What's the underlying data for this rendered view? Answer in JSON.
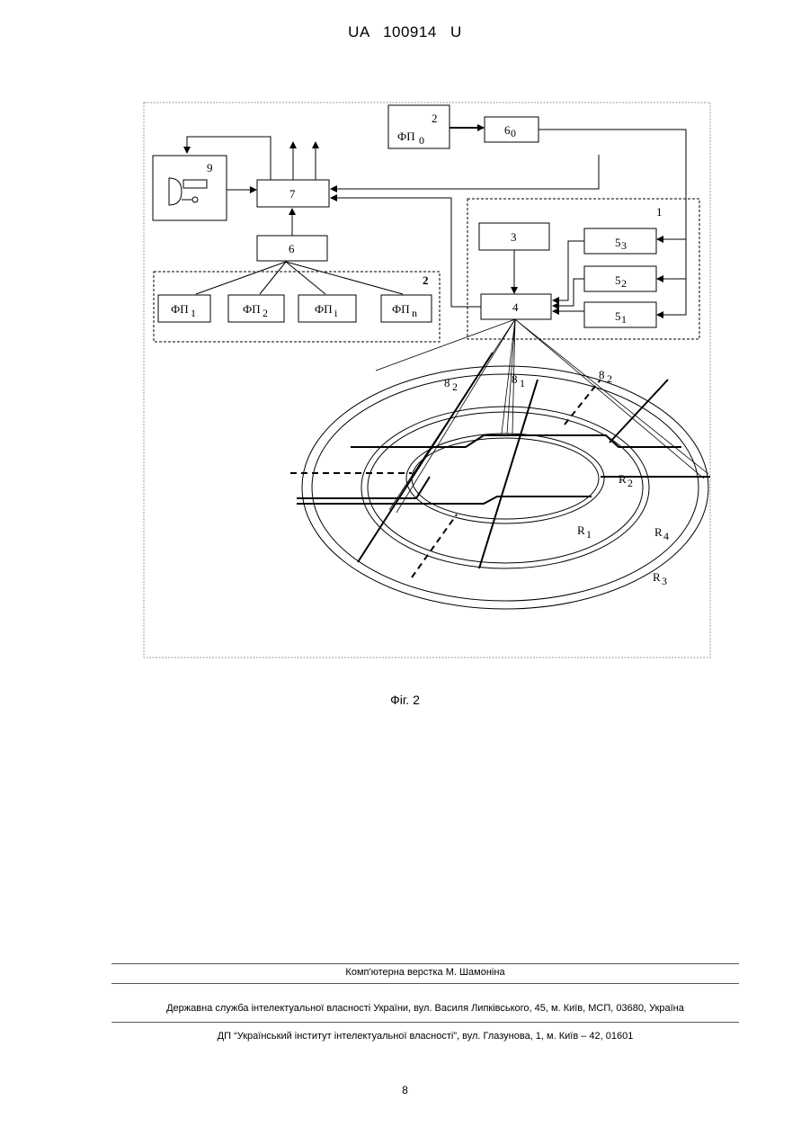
{
  "header": {
    "patent_number": "UA 100914 U"
  },
  "figure": {
    "blocks": {
      "fp0": "ФП",
      "fp0_sub": "0",
      "fp0_num": "2",
      "b6_0": "6",
      "b6_0_sub": "0",
      "b7": "7",
      "b6": "6",
      "b9": "9",
      "group2_num": "2",
      "group1_num": "1",
      "b3": "3",
      "b4": "4",
      "b5_3": "5",
      "b5_3_sub": "3",
      "b5_2": "5",
      "b5_2_sub": "2",
      "b5_1": "5",
      "b5_1_sub": "1",
      "fp1": "ФП",
      "fp1_sub": "1",
      "fp2": "ФП",
      "fp2_sub": "2",
      "fpi": "ФП",
      "fpi_sub": "i",
      "fpn": "ФП",
      "fpn_sub": "n"
    },
    "labels": {
      "l8_2a": "8",
      "l8_2a_sub": "2",
      "l8_1": "8",
      "l8_1_sub": "1",
      "l8_2b": "8",
      "l8_2b_sub": "2",
      "r1": "R",
      "r1_sub": "1",
      "r2": "R",
      "r2_sub": "2",
      "r3": "R",
      "r3_sub": "3",
      "r4": "R",
      "r4_sub": "4"
    }
  },
  "caption": "Фіг. 2",
  "footer": {
    "typesetting": "Комп'ютерна верстка М. Шамоніна",
    "agency": "Державна служба інтелектуальної власності України, вул. Василя Липківського, 45, м. Київ, МСП, 03680, Україна",
    "institute": "ДП “Український інститут інтелектуальної власності”, вул. Глазунова, 1, м. Київ – 42, 01601"
  },
  "page_number": "8"
}
